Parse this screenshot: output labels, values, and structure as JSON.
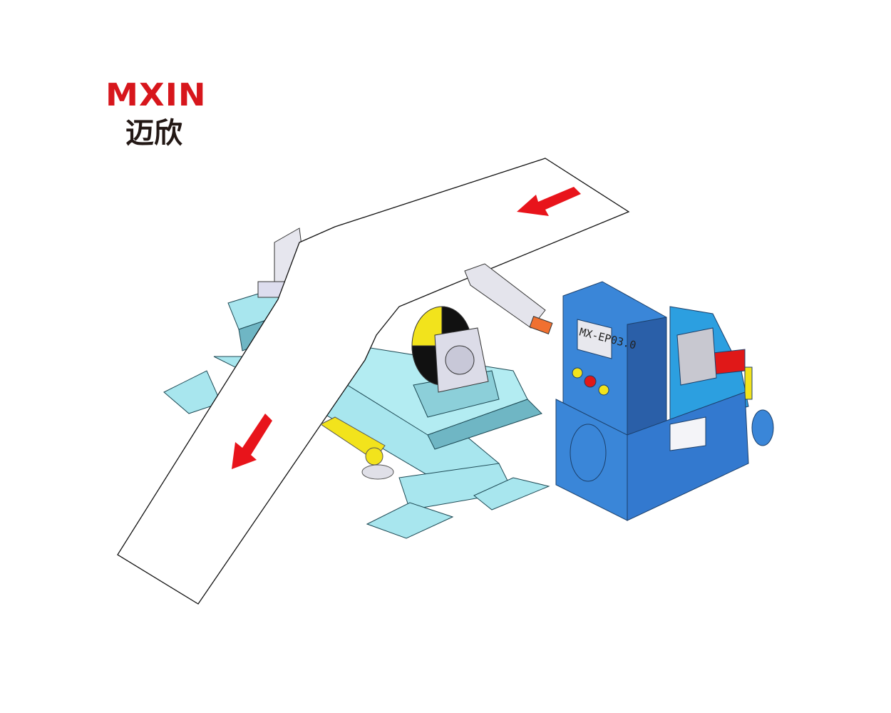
{
  "logo": {
    "brand_en": "MXIN",
    "brand_cn": "迈欣"
  },
  "hydraulic_unit": {
    "model_label": "MX-EP03.0"
  },
  "colors": {
    "frame": "#a8e6ee",
    "unit_body": "#3a86d8",
    "arrow": "#e8141b",
    "cylinder": "#f2e31c",
    "logo_red": "#d7161c"
  }
}
